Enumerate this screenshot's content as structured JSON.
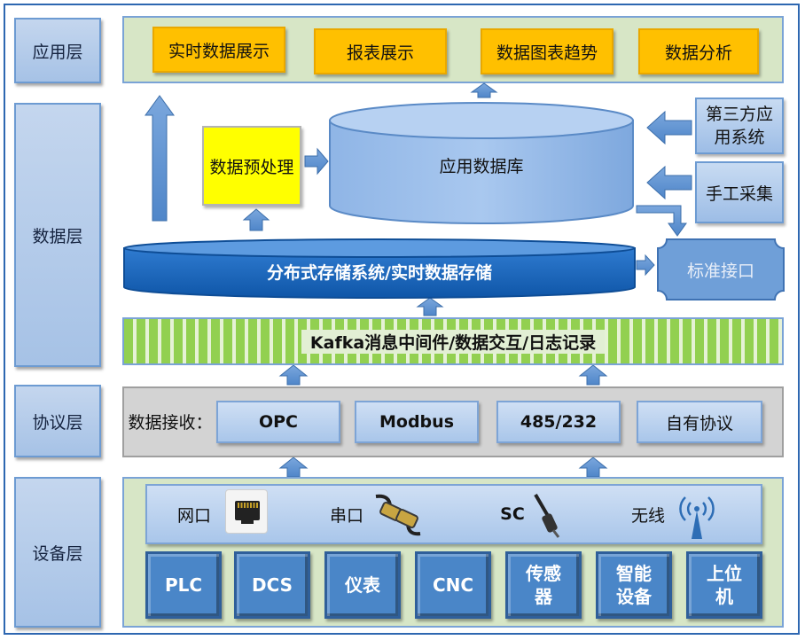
{
  "layers": {
    "application": "应用层",
    "data": "数据层",
    "protocol": "协议层",
    "device": "设备层"
  },
  "application_layer": {
    "items": [
      "实时数据展示",
      "报表展示",
      "数据图表趋势",
      "数据分析"
    ]
  },
  "data_layer": {
    "preprocessing": "数据预处理",
    "app_database": "应用数据库",
    "third_party": "第三方应用系统",
    "manual_collection": "手工采集",
    "standard_interface": "标准接口",
    "distributed_storage": "分布式存储系统/实时数据存储",
    "kafka": "Kafka消息中间件/数据交互/日志记录"
  },
  "protocol_layer": {
    "label": "数据接收：",
    "protocols": [
      "OPC",
      "Modbus",
      "485/232",
      "自有协议"
    ]
  },
  "device_layer": {
    "connections": [
      "网口",
      "串口",
      "SC",
      "无线"
    ],
    "devices": [
      "PLC",
      "DCS",
      "仪表",
      "CNC",
      "传感\n器",
      "智能\n设备",
      "上位\n机"
    ]
  },
  "colors": {
    "frame": "#2e67b1",
    "orange": "#ffc000",
    "yellow": "#ffff00",
    "device_blue": "#4a86c8",
    "storage_blue": "#1565b8",
    "kafka_green": "#92d050"
  }
}
